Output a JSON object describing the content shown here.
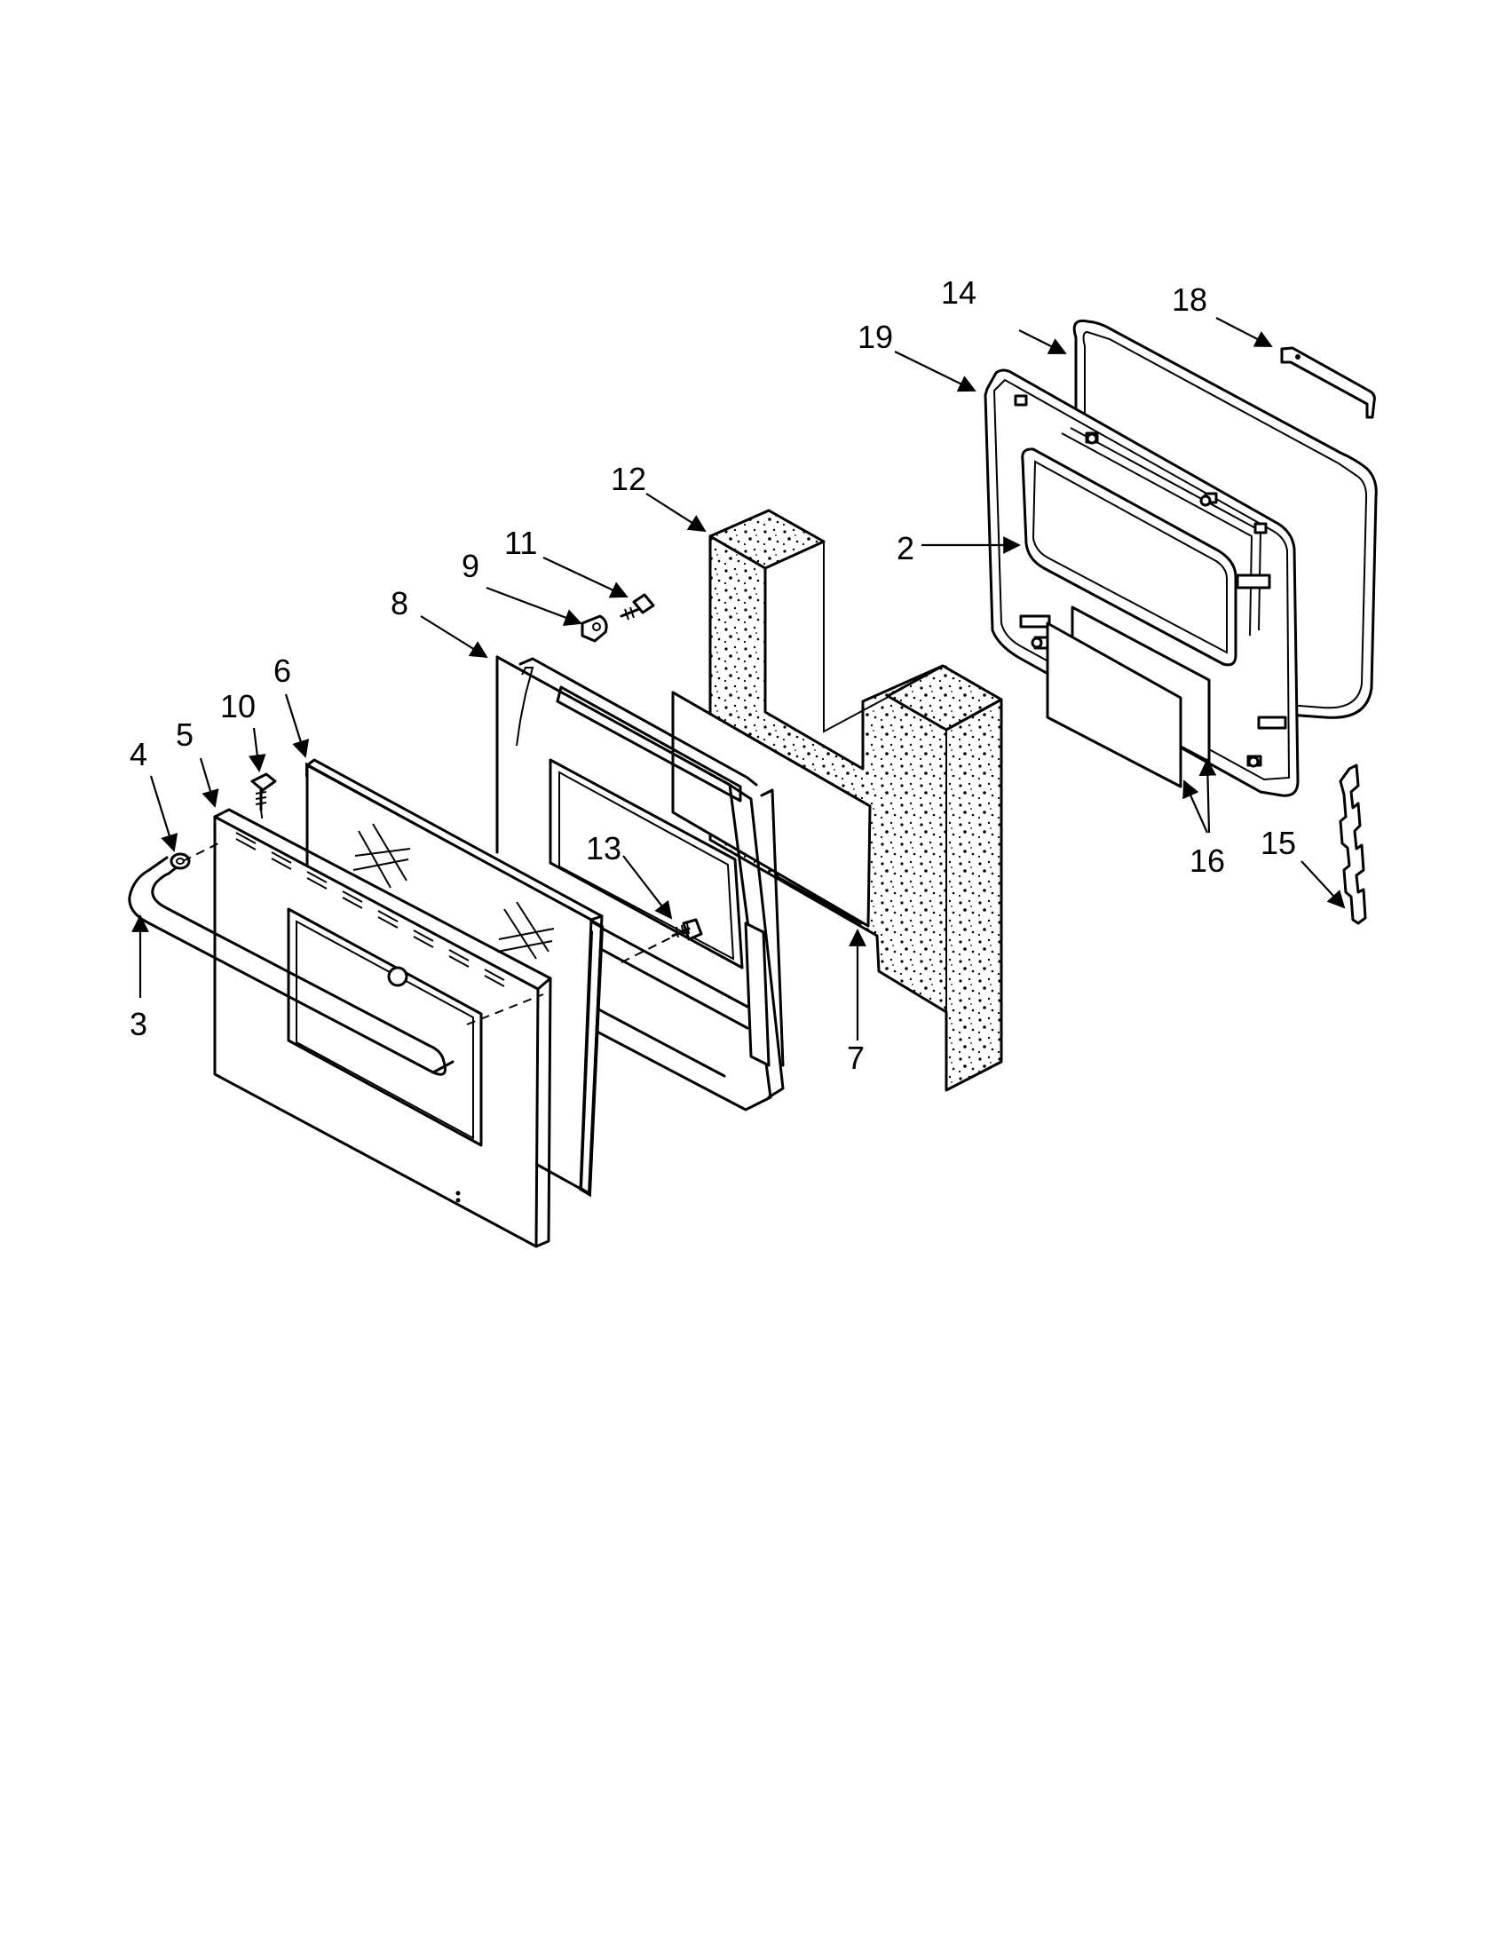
{
  "diagram": {
    "callouts": [
      "2",
      "3",
      "4",
      "5",
      "6",
      "7",
      "8",
      "9",
      "10",
      "11",
      "12",
      "13",
      "14",
      "15",
      "16",
      "18",
      "19"
    ]
  }
}
